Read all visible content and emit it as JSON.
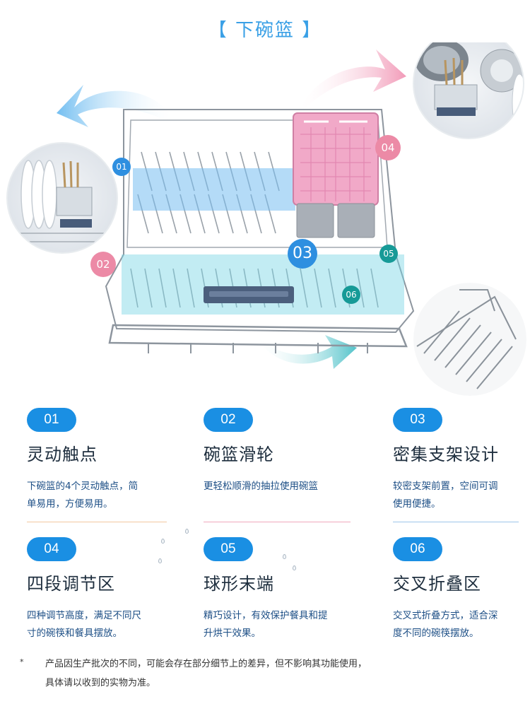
{
  "title": "【 下碗篮 】",
  "hero": {
    "callouts": [
      {
        "id": "01",
        "color": "#2e8fe0"
      },
      {
        "id": "02",
        "color": "#ec8aa6"
      },
      {
        "id": "03",
        "color": "#2e8fe0"
      },
      {
        "id": "04",
        "color": "#ec8aa6"
      },
      {
        "id": "05",
        "color": "#169a97"
      },
      {
        "id": "06",
        "color": "#169a97"
      }
    ]
  },
  "features": [
    {
      "num": "01",
      "name": "灵动触点",
      "desc_lines": [
        "下碗篮的4个灵动触点，简",
        "单易用，方便易用。"
      ]
    },
    {
      "num": "02",
      "name": "碗篮滑轮",
      "desc_lines": [
        "更轻松顺滑的抽拉使用碗篮"
      ]
    },
    {
      "num": "03",
      "name": "密集支架设计",
      "desc_lines": [
        "较密支架前置，空间可调",
        "使用便捷。"
      ]
    },
    {
      "num": "04",
      "name": "四段调节区",
      "desc_lines": [
        "四种调节高度，满足不同尺",
        "寸的碗筷和餐具摆放。"
      ]
    },
    {
      "num": "05",
      "name": "球形末端",
      "desc_lines": [
        "精巧设计，有效保护餐具和提",
        "升烘干效果。"
      ]
    },
    {
      "num": "06",
      "name": "交叉折叠区",
      "desc_lines": [
        "交叉式折叠方式，适合深",
        "度不同的碗筷摆放。"
      ]
    }
  ],
  "colors": {
    "accent_blue": "#1a8fe3",
    "title_blue": "#3aa0e6",
    "desc_blue": "#1d4f86",
    "divider_left": "#f2c8a0",
    "divider_mid": "#f0a9bd",
    "divider_right": "#9cc6ea"
  },
  "footnote": {
    "star": "*",
    "lines": [
      "产品因生产批次的不同，可能会存在部分细节上的差异，但不影响其功能使用，",
      "具体请以收到的实物为准。"
    ]
  }
}
